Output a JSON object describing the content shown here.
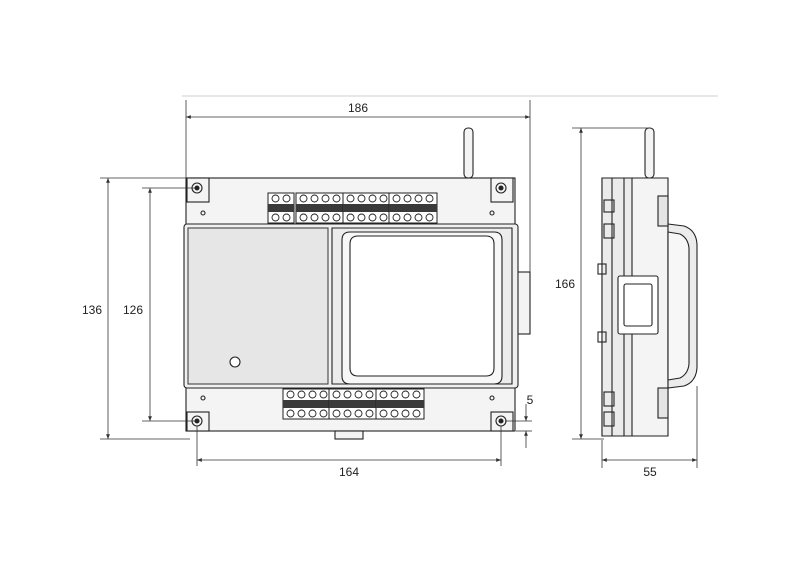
{
  "dimensions": {
    "overall_width": "186",
    "overall_height": "136",
    "mounting_height": "126",
    "mounting_width": "164",
    "depth": "55",
    "side_height": "166",
    "edge_offset": "5"
  },
  "colors": {
    "line": "#222222",
    "body_fill": "#f4f4f4",
    "panel_fill": "#e6e6e6",
    "terminal_fill": "#ffffff",
    "dim_line": "#333333"
  }
}
